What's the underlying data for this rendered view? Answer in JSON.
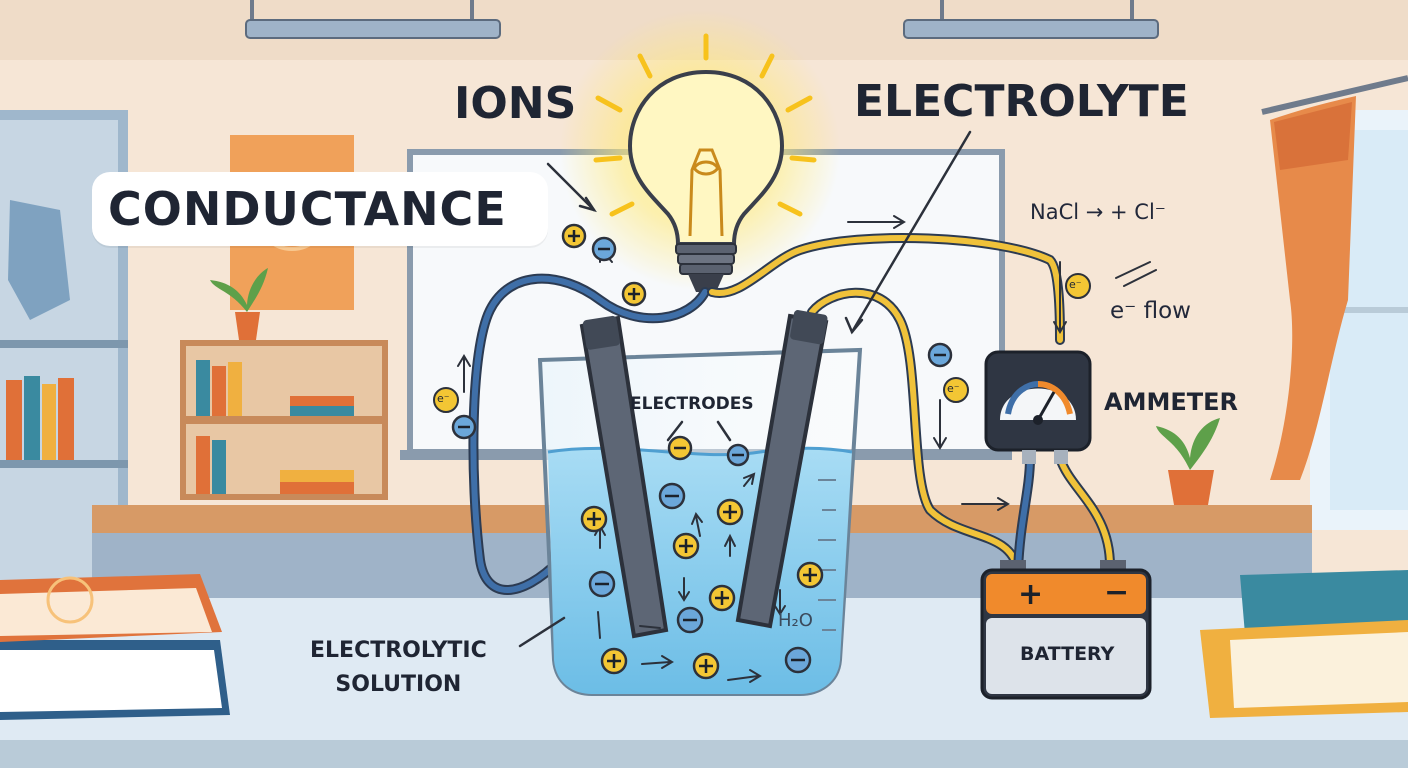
{
  "labels": {
    "title": "CONDUCTANCE",
    "ions": "IONS",
    "electrolyte": "ELECTROLYTE",
    "electrodes": "ELECTRODES",
    "ammeter": "AMMETER",
    "battery": "BATTERY",
    "solution_line1": "ELECTROLYTIC",
    "solution_line2": "SOLUTION",
    "water": "H₂O",
    "formula": "NaCl → + Cl⁻",
    "flow": "e⁻ flow",
    "electron_symbol": "e⁻"
  },
  "colors": {
    "wall": "#f6e6d6",
    "whiteboard": "#f7f9fb",
    "water": "#8fd0ef",
    "wire_yellow": "#f0c23a",
    "wire_blue": "#3f6fa8",
    "cation": "#f3c634",
    "anion": "#6ba7da",
    "bulb_glow": "#ffe97a",
    "battery_orange": "#f08a2c",
    "book_orange": "#e0733c",
    "book_teal": "#3a8aa0",
    "curtain": "#e78a4a"
  },
  "icons": [
    "light-bulb-icon",
    "beaker-icon",
    "ammeter-icon",
    "battery-icon",
    "plant-icon",
    "book-icon",
    "cation-icon",
    "anion-icon"
  ]
}
